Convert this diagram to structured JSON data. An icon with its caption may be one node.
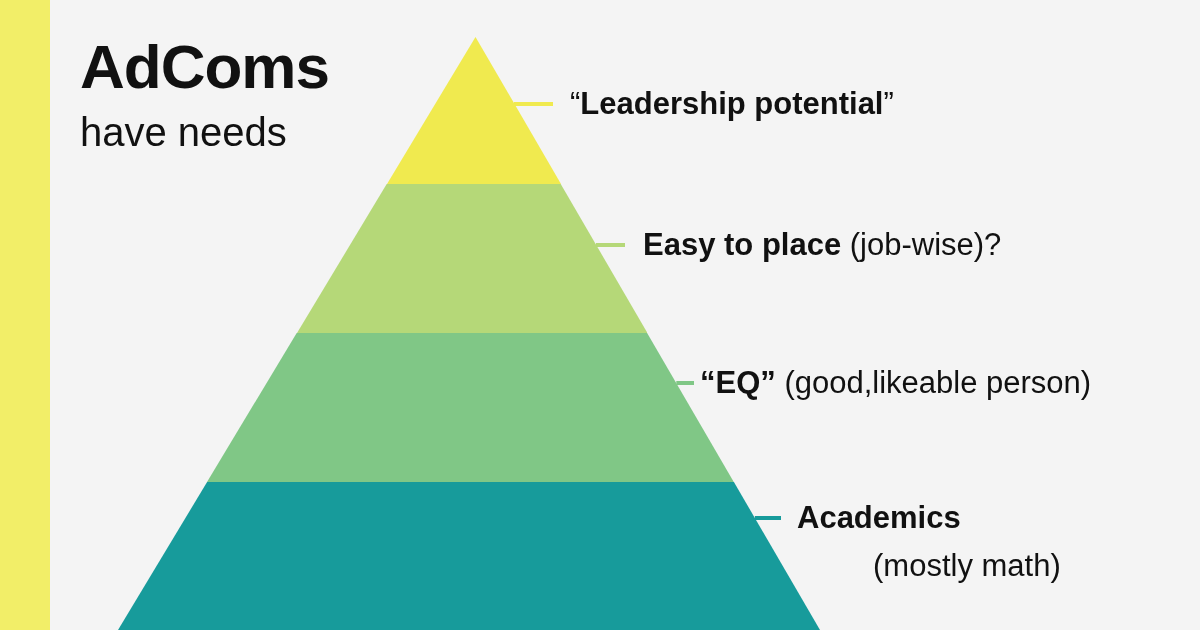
{
  "diagram": {
    "title": "AdComs",
    "nodes": [
      {
        "text": [],
        "shape": "triangle"
      },
      {
        "text": [],
        "shape": "trapezoid"
      },
      {
        "text": [],
        "shape": "trapezoid"
      },
      {
        "text": [],
        "shape": "trapezoid"
      },
      {
        "text": [
          "“**Leadership potential**”"
        ]
      },
      {
        "text": [
          "**Easy to place** (job-wise)?"
        ]
      },
      {
        "text": [
          "**“EQ”** (good,likeable person)"
        ]
      },
      {
        "text": [
          "Academics",
          "(mostly math)"
        ]
      }
    ],
    "edges": [
      {
        "from": 4,
        "to": 0,
        "arrow": "none",
        "color": "#f0ea4f"
      },
      {
        "from": 5,
        "to": 1,
        "arrow": "none",
        "color": "#b5d878"
      },
      {
        "from": 6,
        "to": 2,
        "arrow": "none",
        "color": "#80c786"
      },
      {
        "from": 7,
        "to": 3,
        "arrow": "none",
        "color": "#179b9b"
      }
    ],
    "labels": [
      "have needs"
    ]
  }
}
